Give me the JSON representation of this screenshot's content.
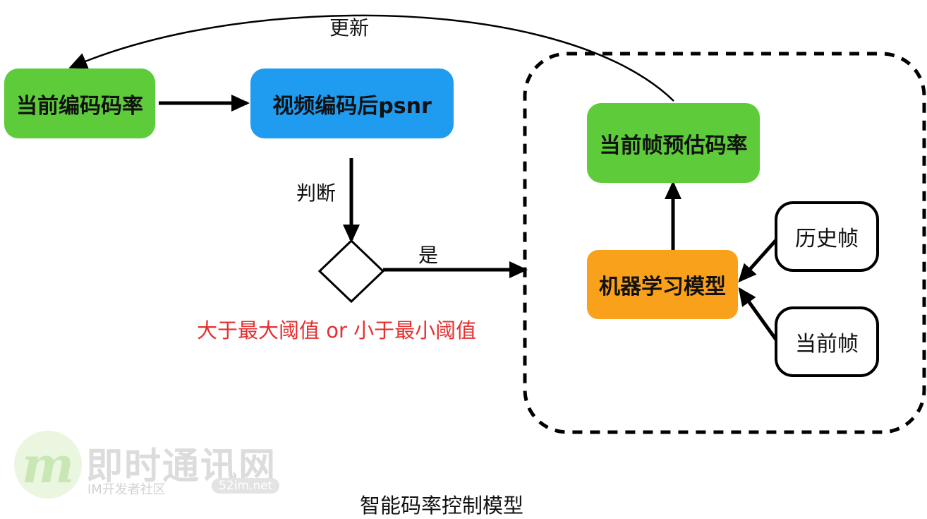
{
  "nodes": {
    "current_bitrate": "当前编码码率",
    "post_encode_psnr": "视频编码后psnr",
    "frame_estimated_bitrate": "当前帧预估码率",
    "ml_model": "机器学习模型",
    "history_frames": "历史帧",
    "current_frame": "当前帧"
  },
  "edge_labels": {
    "update": "更新",
    "judge": "判断",
    "yes": "是"
  },
  "condition": "大于最大阈值 or 小于最小阈值",
  "caption": "智能码率控制模型",
  "watermark": {
    "logo_letter": "m",
    "title": "即时通讯网",
    "subtitle": "IM开发者社区",
    "badge": "52im.net"
  },
  "colors": {
    "green": "#5ecb3a",
    "blue": "#1f9bf0",
    "orange": "#f9a11b",
    "condition_red": "#e53030"
  }
}
